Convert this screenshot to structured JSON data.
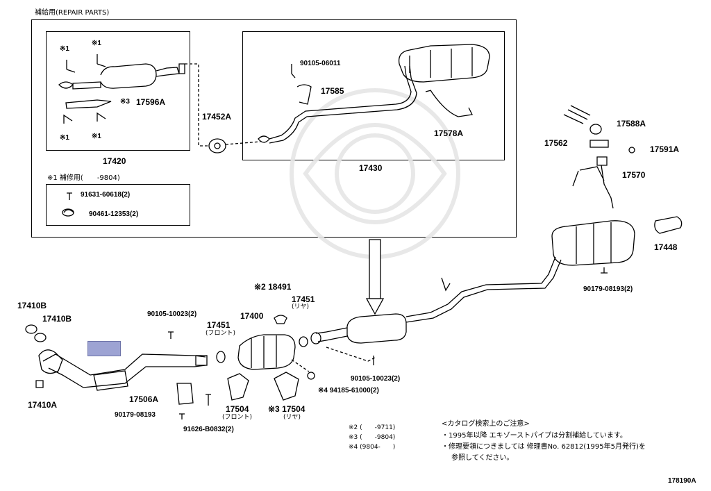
{
  "header": {
    "repair_parts_label": "補給用(REPAIR PARTS)"
  },
  "repair_box": {
    "group1_number": "17420",
    "group2_number": "17430",
    "clamp_label": "17452A",
    "mark1": "※1",
    "mark3": "※3",
    "part_17596A": "17596A",
    "part_90105_06011": "90105-06011",
    "part_17585": "17585",
    "part_17578A": "17578A"
  },
  "subkit": {
    "title": "※1 補修用(　　-9804)",
    "part_a": "91631-60618(2)",
    "part_b": "90461-12353(2)"
  },
  "right_parts": {
    "p17588A": "17588A",
    "p17562": "17562",
    "p17591A": "17591A",
    "p17570": "17570",
    "p17448": "17448",
    "p90179_08193_2": "90179-08193(2)"
  },
  "main_parts": {
    "p17410B_1": "17410B",
    "p17410B_2": "17410B",
    "p17410A": "17410A",
    "p90105_10023_2_top": "90105-10023(2)",
    "p17451_front": "17451",
    "p17451_front_sub": "(フロント)",
    "p17400": "17400",
    "p18491": "※2 18491",
    "p17451_rear": "17451",
    "p17451_rear_sub": "(リヤ)",
    "p90105_10023_2_bottom": "90105-10023(2)",
    "p94185": "※4 94185-61000(2)",
    "p17506A": "17506A",
    "p90179_08193": "90179-08193",
    "p91626": "91626-B0832(2)",
    "p17504_front": "17504",
    "p17504_front_sub": "(フロント)",
    "p17504_rear": "※3 17504",
    "p17504_rear_sub": "(リヤ)"
  },
  "notes": {
    "mark2": "※2 (　　-9711)",
    "mark3": "※3 (　　-9804)",
    "mark4": "※4 (9804-　　)",
    "caution_title": "<カタログ検索上のご注意>",
    "line1": "・1995年以降 エキゾーストパイプは分割補給しています。",
    "line2": "・修理要領につきましては 修理書No. 62812(1995年5月発行)を",
    "line3": "参照してください。"
  },
  "diagram_number": "178190A",
  "colors": {
    "highlight": "#9da3d3",
    "line": "#000000",
    "watermark": "#e8e8e8"
  }
}
